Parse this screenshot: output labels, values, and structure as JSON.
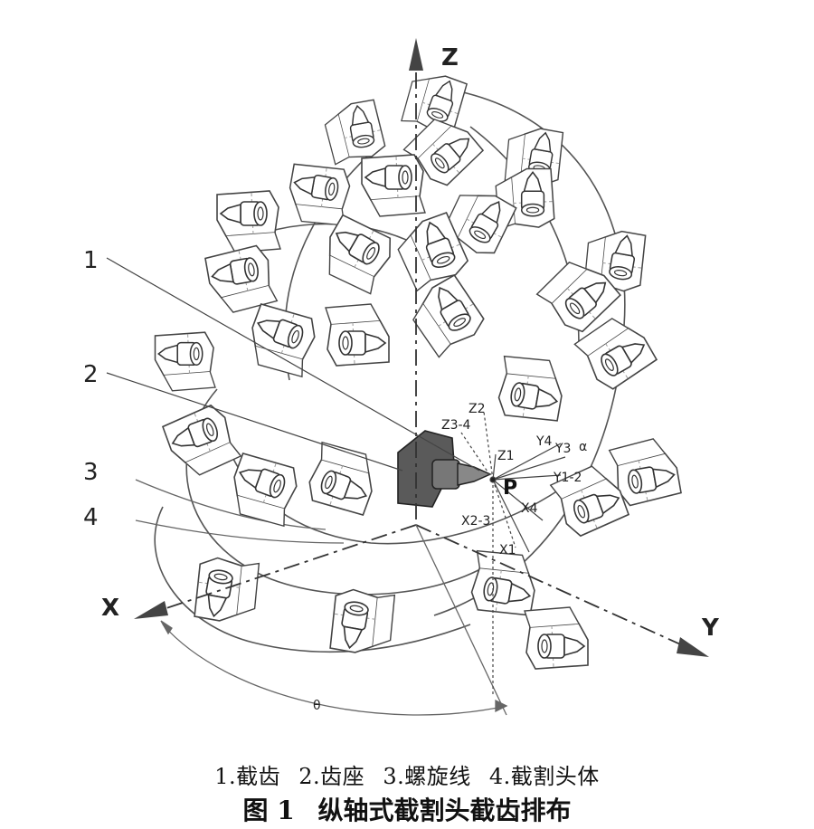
{
  "axes": {
    "z": "Z",
    "x": "X",
    "y": "Y"
  },
  "frame_labels": {
    "z34": "Z3-4",
    "z2": "Z2",
    "z1": "Z1",
    "y4": "Y4",
    "y3": "Y3",
    "alpha": "α",
    "y12": "Y1-2",
    "x23": "X2-3",
    "x4": "X4",
    "x1": "X1",
    "p": "P",
    "theta": "θ"
  },
  "callouts": [
    "1",
    "2",
    "3",
    "4"
  ],
  "legend": [
    "1.截齿",
    "2.齿座",
    "3.螺旋线",
    "4.截割头体"
  ],
  "caption": {
    "number": "图 1",
    "title": "纵轴式截割头截齿排布"
  }
}
